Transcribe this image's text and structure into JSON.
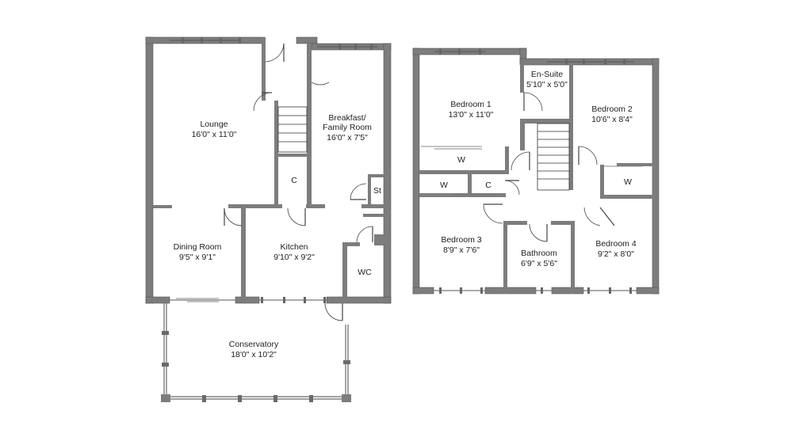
{
  "ground_floor": {
    "rooms": [
      {
        "name": "Lounge",
        "size": "16'0\" x 11'0\""
      },
      {
        "name": "Breakfast/",
        "name2": "Family Room",
        "size": "16'0\" x 7'5\""
      },
      {
        "name": "Dining Room",
        "size": "9'5\" x 9'1\""
      },
      {
        "name": "Kitchen",
        "size": "9'10\" x 9'2\""
      },
      {
        "name": "Conservatory",
        "size": "18'0\" x 10'2\""
      }
    ],
    "stores": {
      "cupboard": "C",
      "store": "St",
      "wc": "WC"
    }
  },
  "first_floor": {
    "rooms": [
      {
        "name": "Bedroom 1",
        "size": "13'0\" x 11'0\""
      },
      {
        "name": "En-Suite",
        "size": "5'10\" x 5'0\""
      },
      {
        "name": "Bedroom 2",
        "size": "10'6\" x 8'4\""
      },
      {
        "name": "Bedroom 3",
        "size": "8'9\" x 7'6\""
      },
      {
        "name": "Bathroom",
        "size": "6'9\" x 5'6\""
      },
      {
        "name": "Bedroom 4",
        "size": "9'2\" x 8'0\""
      }
    ],
    "stores": {
      "wardrobe_1": "W",
      "wardrobe_2": "W",
      "wardrobe_3": "W",
      "cupboard": "C"
    }
  }
}
